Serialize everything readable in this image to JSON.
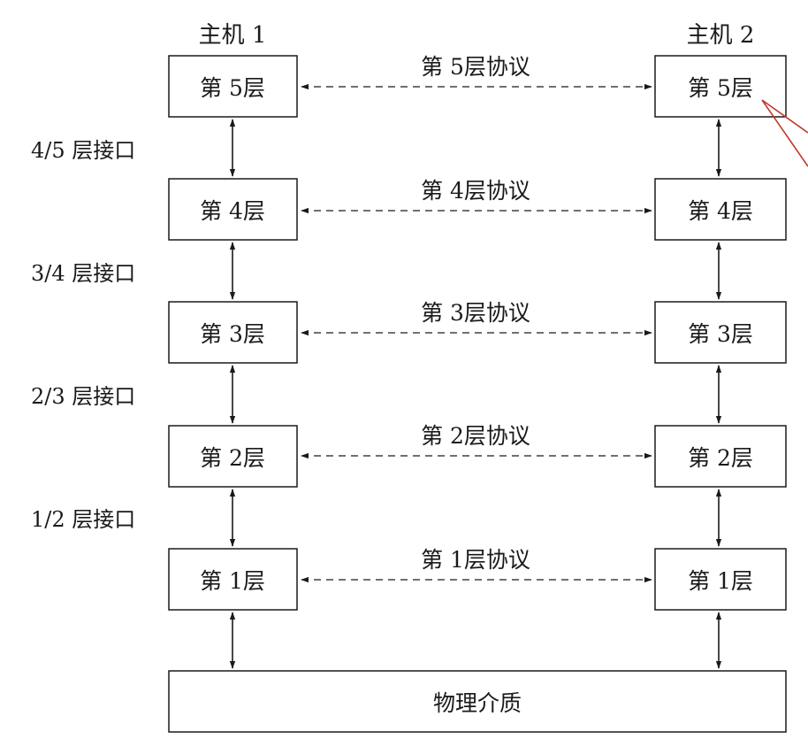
{
  "hosts": [
    {
      "label": "主机 1"
    },
    {
      "label": "主机 2"
    }
  ],
  "layers": [
    {
      "left": "第 5层",
      "right": "第 5层",
      "protocol": "第 5层协议",
      "interface": "4/5 层接口"
    },
    {
      "left": "第 4层",
      "right": "第 4层",
      "protocol": "第 4层协议",
      "interface": "3/4 层接口"
    },
    {
      "left": "第 3层",
      "right": "第 3层",
      "protocol": "第 3层协议",
      "interface": "2/3 层接口"
    },
    {
      "left": "第 2层",
      "right": "第 2层",
      "protocol": "第 2层协议",
      "interface": "1/2 层接口"
    },
    {
      "left": "第 1层",
      "right": "第 1层",
      "protocol": "第 1层协议",
      "interface": ""
    }
  ],
  "medium": {
    "label": "物理介质"
  },
  "colors": {
    "stroke": "#1a1a1a",
    "callout": "#c0392b"
  }
}
